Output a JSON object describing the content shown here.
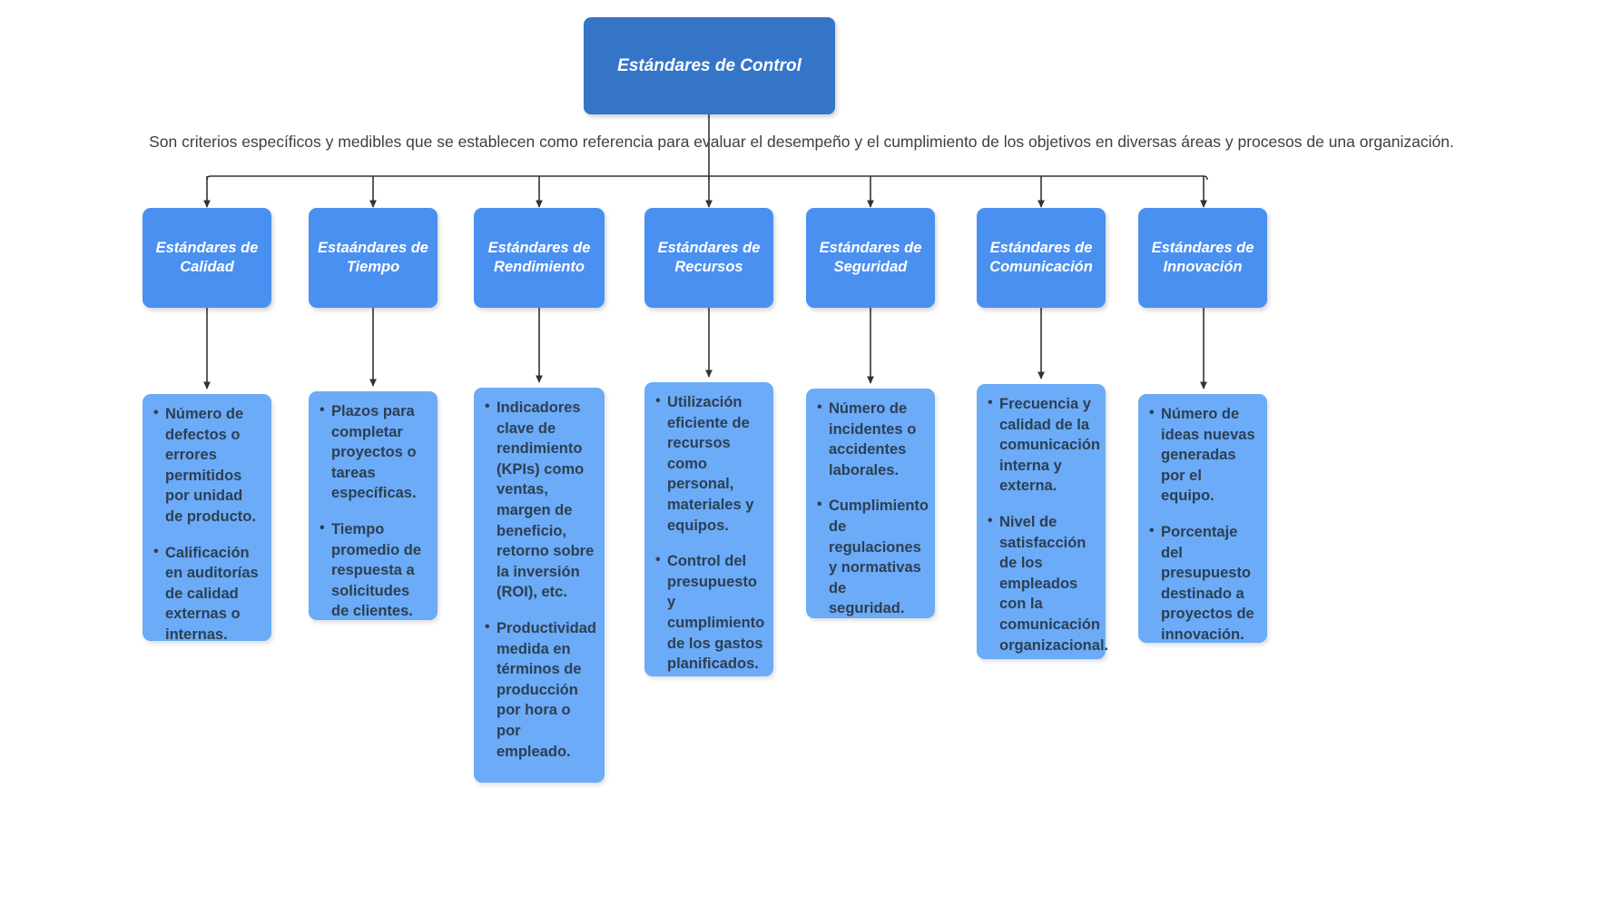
{
  "diagram": {
    "title": "Estándares de Control",
    "description": "Son criterios específicos y medibles que se establecen como referencia para evaluar el desempeño y el cumplimiento de los objetivos en diversas áreas y procesos de una organización.",
    "colors": {
      "root_fill": "#3575c8",
      "category_fill": "#4a90f0",
      "leaf_fill": "#6babf7",
      "root_text": "#ffffff",
      "category_text": "#ffffff",
      "leaf_text": "#2d3f52",
      "description_text": "#3c4043",
      "edge": "#333333",
      "background": "#ffffff"
    },
    "bullet_glyph": "•",
    "categories": [
      {
        "label": "Estándares de Calidad",
        "items": [
          "Número de defectos o errores permitidos por unidad de producto.",
          "Calificación en auditorías de calidad externas o internas."
        ]
      },
      {
        "label": "Estaándares de Tiempo",
        "items": [
          "Plazos para completar proyectos o tareas específicas.",
          "Tiempo promedio de respuesta a solicitudes de clientes."
        ]
      },
      {
        "label": "Estándares de Rendimiento",
        "items": [
          "Indicadores clave de rendimiento (KPIs) como ventas, margen de beneficio, retorno sobre la inversión (ROI), etc.",
          "Productividad medida en términos de producción por hora o por empleado."
        ]
      },
      {
        "label": "Estándares de Recursos",
        "items": [
          "Utilización eficiente de recursos como personal, materiales y equipos.",
          "Control del presupuesto y cumplimiento de los gastos planificados."
        ]
      },
      {
        "label": "Estándares de Seguridad",
        "items": [
          "Número de incidentes o accidentes laborales.",
          "Cumplimiento de regulaciones y normativas de seguridad."
        ]
      },
      {
        "label": "Estándares de Comunicación",
        "items": [
          "Frecuencia y calidad de la comunicación interna y externa.",
          "Nivel de satisfacción de los empleados con la comunicación organizacional."
        ]
      },
      {
        "label": "Estándares de Innovación",
        "items": [
          "Número de ideas nuevas generadas por el equipo.",
          "Porcentaje del presupuesto destinado a proyectos de innovación."
        ]
      }
    ]
  }
}
